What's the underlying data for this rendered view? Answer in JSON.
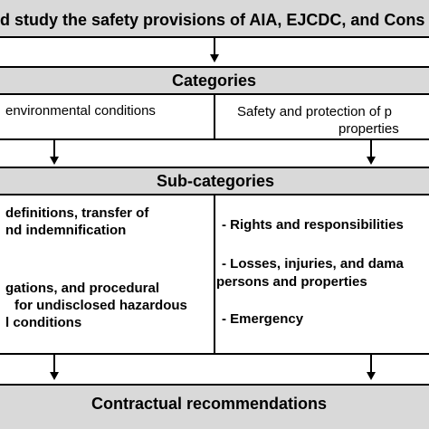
{
  "header": {
    "text": "d study the safety provisions of AIA, EJCDC, and Cons"
  },
  "categories": {
    "title": "Categories",
    "left": "environmental  conditions",
    "right_line1": "Safety and protection of p",
    "right_line2": "properties"
  },
  "subcategories": {
    "title": "Sub-categories",
    "left_lines": [
      "definitions, transfer of",
      "nd indemnification",
      "gations, and procedural",
      "for undisclosed hazardous",
      "l conditions"
    ],
    "right_lines": [
      "- Rights and responsibilities",
      "- Losses, injuries, and dama",
      "persons and properties",
      "- Emergency"
    ]
  },
  "recommendations": {
    "title": "Contractual recommendations"
  },
  "colors": {
    "box_fill": "#d9d9d9",
    "border": "#000000"
  }
}
